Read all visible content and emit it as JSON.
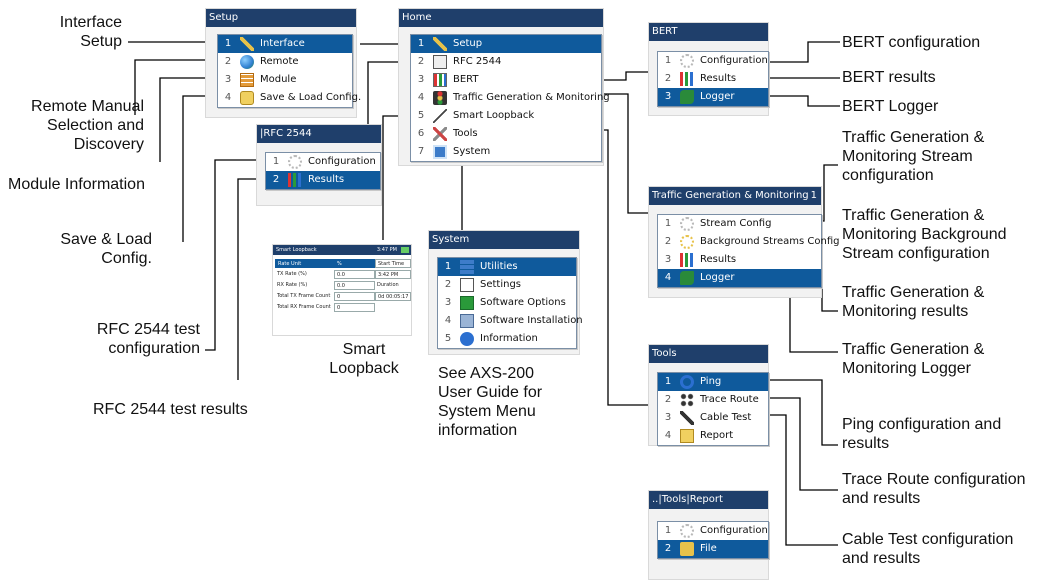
{
  "callouts": {
    "interface_setup": "Interface\nSetup",
    "remote_manual": "Remote Manual\nSelection and\nDiscovery",
    "module_info": "Module Information",
    "save_load": "Save & Load\nConfig.",
    "rfc_test_config": "RFC 2544 test\nconfiguration",
    "rfc_test_results": "RFC 2544 test results",
    "smart_loopback": "Smart\nLoopback",
    "see_axs": "See AXS-200\nUser Guide for\nSystem Menu\ninformation",
    "bert_config": "BERT configuration",
    "bert_results": "BERT results",
    "bert_logger": "BERT Logger",
    "tgm_stream": "Traffic Generation &\nMonitoring Stream\nconfiguration",
    "tgm_background": "Traffic Generation &\nMonitoring Background\nStream configuration",
    "tgm_results": "Traffic Generation &\nMonitoring results",
    "tgm_logger": "Traffic Generation &\nMonitoring Logger",
    "ping_config": "Ping configuration and\nresults",
    "trace_config": "Trace Route configuration\nand results",
    "cable_config": "Cable Test configuration\nand results"
  },
  "setup": {
    "title": "Setup",
    "items": [
      {
        "num": "1",
        "label": "Interface",
        "icon": "wrench-icon"
      },
      {
        "num": "2",
        "label": "Remote",
        "icon": "globe-icon"
      },
      {
        "num": "3",
        "label": "Module",
        "icon": "module-icon"
      },
      {
        "num": "4",
        "label": "Save & Load Config.",
        "icon": "save-icon"
      }
    ]
  },
  "home": {
    "title": "Home",
    "items": [
      {
        "num": "1",
        "label": "Setup",
        "icon": "wrench-icon"
      },
      {
        "num": "2",
        "label": "RFC 2544",
        "icon": "rfc-icon"
      },
      {
        "num": "3",
        "label": "BERT",
        "icon": "bert-icon"
      },
      {
        "num": "4",
        "label": "Traffic Generation  & Monitoring",
        "icon": "traffic-light-icon"
      },
      {
        "num": "5",
        "label": "Smart Loopback",
        "icon": "loopback-icon"
      },
      {
        "num": "6",
        "label": "Tools",
        "icon": "tools-icon"
      },
      {
        "num": "7",
        "label": "System",
        "icon": "system-icon"
      }
    ]
  },
  "rfc": {
    "title": "|RFC 2544",
    "items": [
      {
        "num": "1",
        "label": "Configuration",
        "icon": "gear-icon"
      },
      {
        "num": "2",
        "label": "Results",
        "icon": "bar-chart-icon"
      }
    ]
  },
  "loopback": {
    "title": "Smart Loopback",
    "time": "3:47 PM",
    "header": [
      "Rate Unit",
      "%",
      "Start Time"
    ],
    "rows": [
      {
        "label": "TX Rate (%)",
        "value": "0.0",
        "side": "3:42 PM"
      },
      {
        "label": "RX Rate (%)",
        "value": "0.0",
        "side": "Duration"
      },
      {
        "label": "Total TX Frame Count",
        "value": "0",
        "side": "0d 00:05:17"
      },
      {
        "label": "Total RX Frame Count",
        "value": "0",
        "side": ""
      }
    ]
  },
  "system": {
    "title": "System",
    "items": [
      {
        "num": "1",
        "label": "Utilities",
        "icon": "utilities-icon"
      },
      {
        "num": "2",
        "label": "Settings",
        "icon": "settings-icon"
      },
      {
        "num": "3",
        "label": "Software Options",
        "icon": "software-options-icon"
      },
      {
        "num": "4",
        "label": "Software Installation",
        "icon": "software-installation-icon"
      },
      {
        "num": "5",
        "label": "Information",
        "icon": "info-icon"
      }
    ]
  },
  "bert": {
    "title": "BERT",
    "items": [
      {
        "num": "1",
        "label": "Configuration",
        "icon": "gear-icon"
      },
      {
        "num": "2",
        "label": "Results",
        "icon": "bar-chart-icon"
      },
      {
        "num": "3",
        "label": "Logger",
        "icon": "logger-icon"
      }
    ]
  },
  "tgm": {
    "title": "Traffic Generation  & Monitoring",
    "title_tail": "1",
    "items": [
      {
        "num": "1",
        "label": "Stream Config",
        "icon": "gear-icon"
      },
      {
        "num": "2",
        "label": "Background Streams Config",
        "icon": "gear-icon"
      },
      {
        "num": "3",
        "label": "Results",
        "icon": "bar-chart-icon"
      },
      {
        "num": "4",
        "label": "Logger",
        "icon": "logger-icon"
      }
    ]
  },
  "tools": {
    "title": "Tools",
    "items": [
      {
        "num": "1",
        "label": "Ping",
        "icon": "ping-icon"
      },
      {
        "num": "2",
        "label": "Trace Route",
        "icon": "trace-route-icon"
      },
      {
        "num": "3",
        "label": "Cable Test",
        "icon": "cable-test-icon"
      },
      {
        "num": "4",
        "label": "Report",
        "icon": "report-icon"
      }
    ]
  },
  "report": {
    "title": "..|Tools|Report",
    "items": [
      {
        "num": "1",
        "label": "Configuration",
        "icon": "gear-icon"
      },
      {
        "num": "2",
        "label": "File",
        "icon": "file-icon"
      }
    ]
  }
}
